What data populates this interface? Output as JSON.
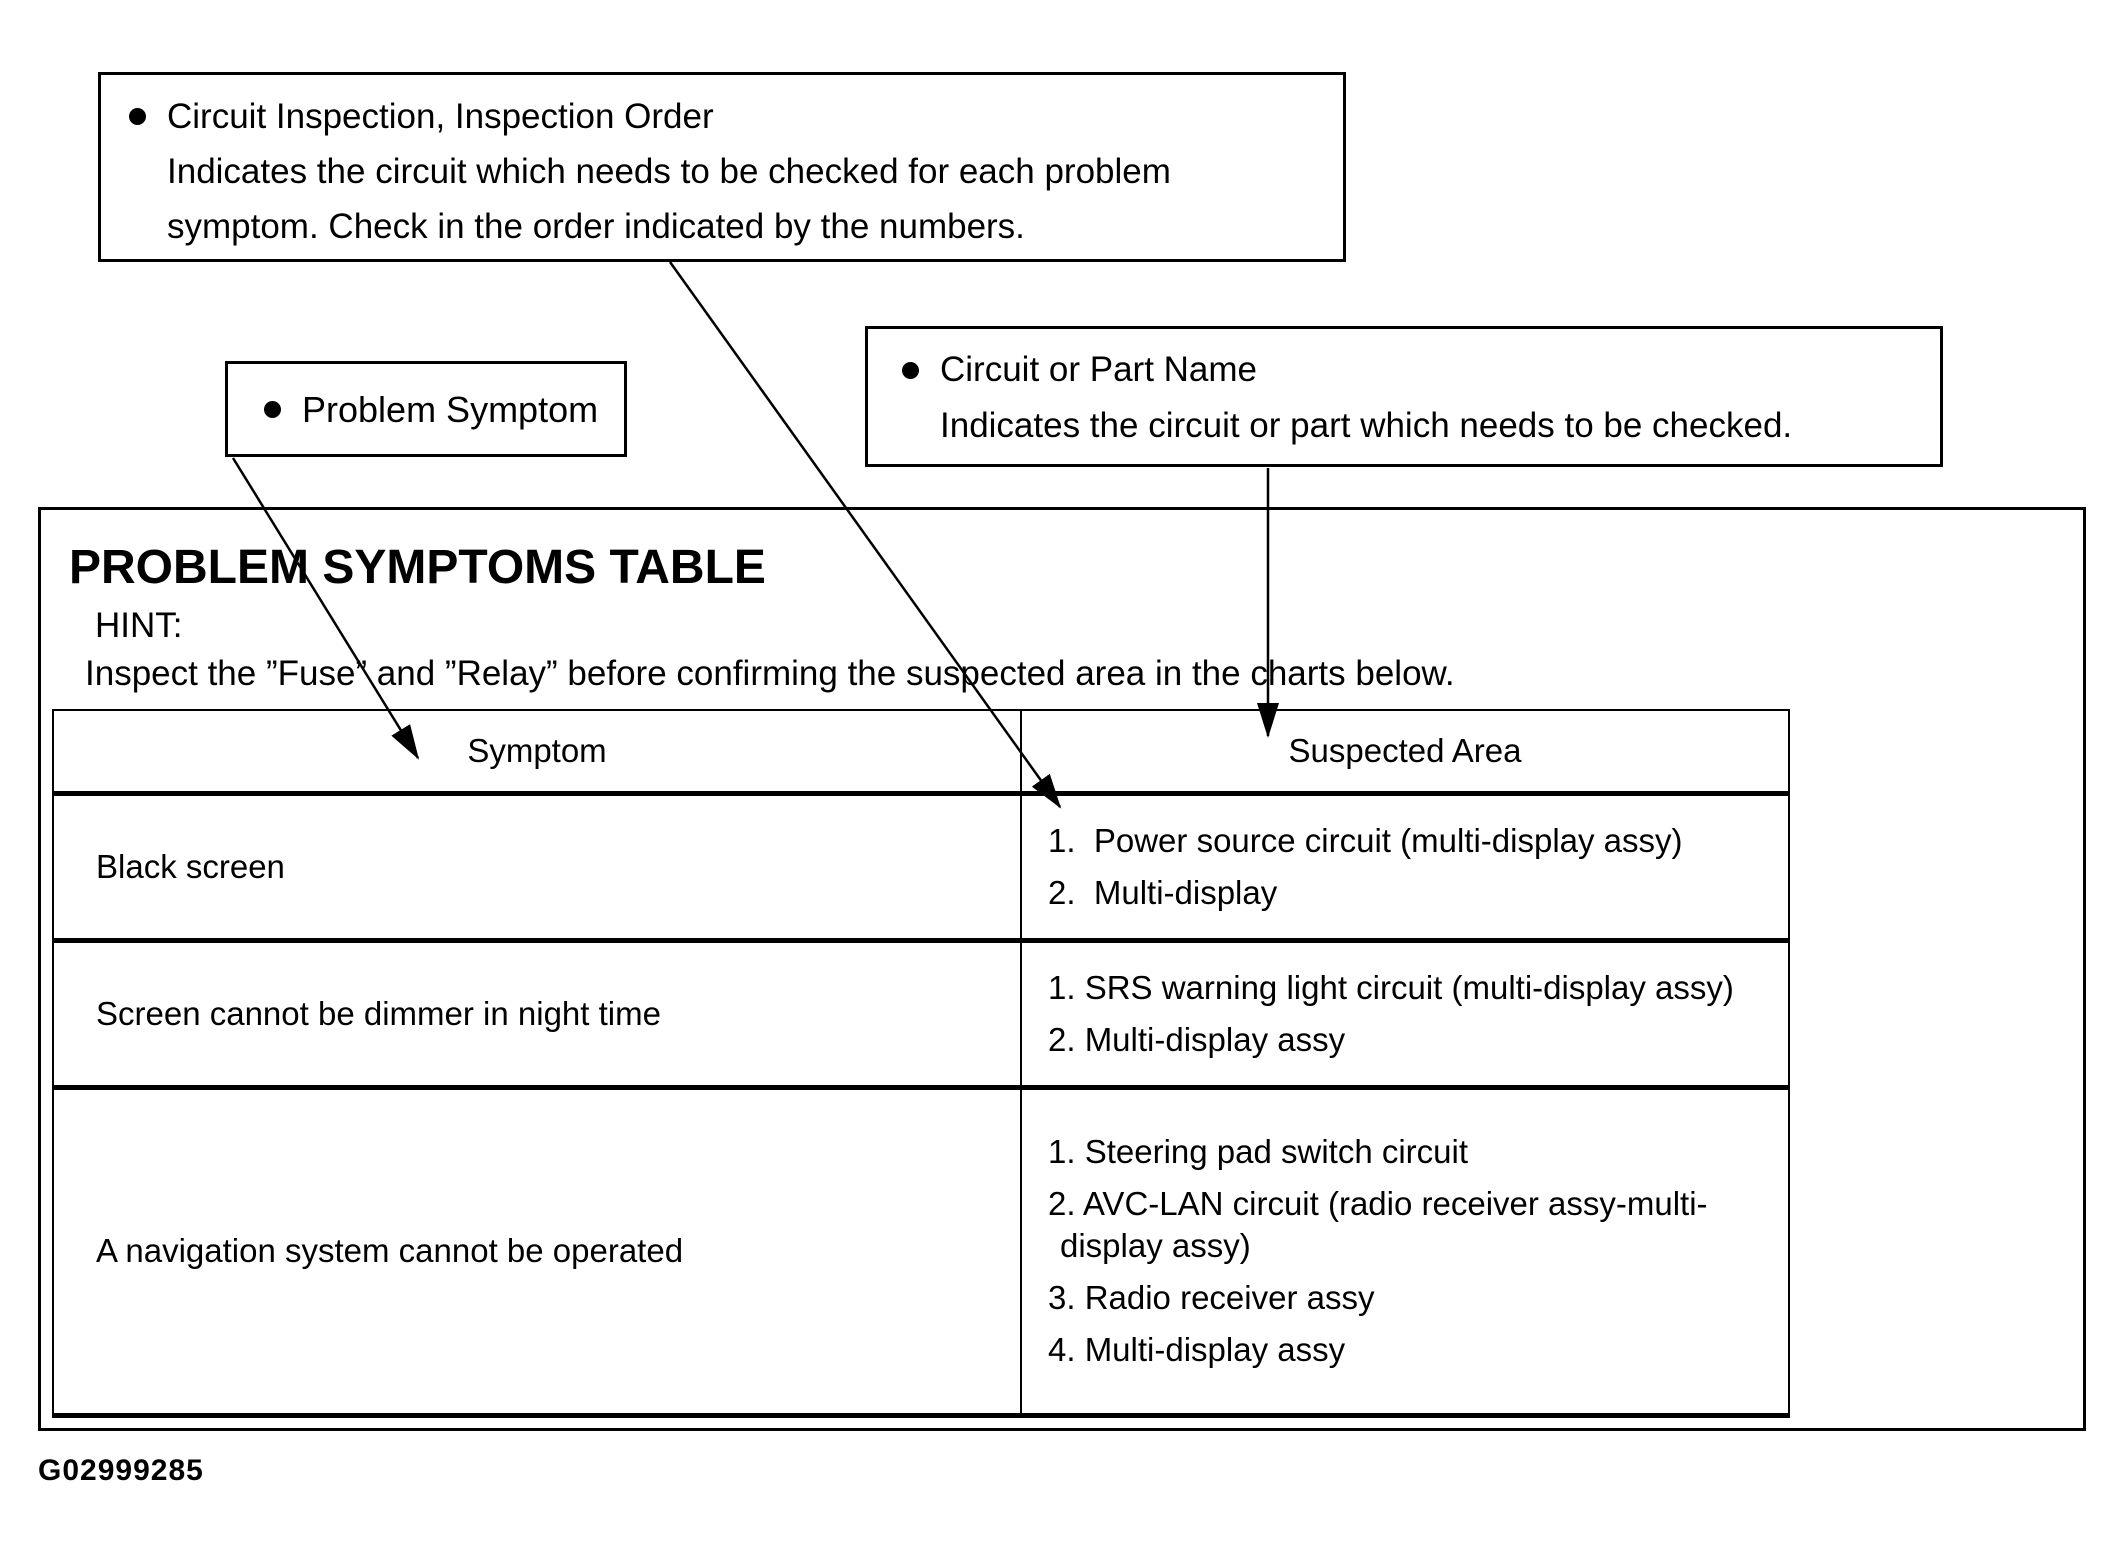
{
  "callouts": {
    "circuit_inspection": {
      "title": "Circuit Inspection, Inspection Order",
      "desc_line1": "Indicates the circuit which needs to be checked for each problem",
      "desc_line2": "symptom. Check in the order indicated by the numbers."
    },
    "problem_symptom": {
      "title": "Problem Symptom"
    },
    "circuit_or_part_name": {
      "title": "Circuit or Part Name",
      "desc_line1": "Indicates the circuit or part which needs to be checked."
    }
  },
  "table_section": {
    "title": "PROBLEM SYMPTOMS TABLE",
    "hint_label": "HINT:",
    "hint_text": "Inspect the ”Fuse” and ”Relay” before confirming the suspected area in the charts below.",
    "table": {
      "headers": [
        "Symptom",
        "Suspected Area"
      ],
      "rows": [
        {
          "symptom": "Black screen",
          "suspected_areas": [
            "1.  Power source circuit (multi-display assy)",
            "2.  Multi-display"
          ]
        },
        {
          "symptom": "Screen cannot be dimmer in night time",
          "suspected_areas": [
            "1. SRS warning light circuit (multi-display assy)",
            "2. Multi-display assy"
          ]
        },
        {
          "symptom": "A navigation system cannot be operated",
          "suspected_areas": [
            "1. Steering pad switch circuit",
            "2. AVC-LAN circuit (radio receiver assy-multi-\ndisplay assy)",
            "3. Radio receiver assy",
            "4. Multi-display assy"
          ]
        }
      ]
    }
  },
  "figure_id": "G02999285",
  "colors": {
    "ink": "#000000",
    "paper": "#ffffff"
  }
}
